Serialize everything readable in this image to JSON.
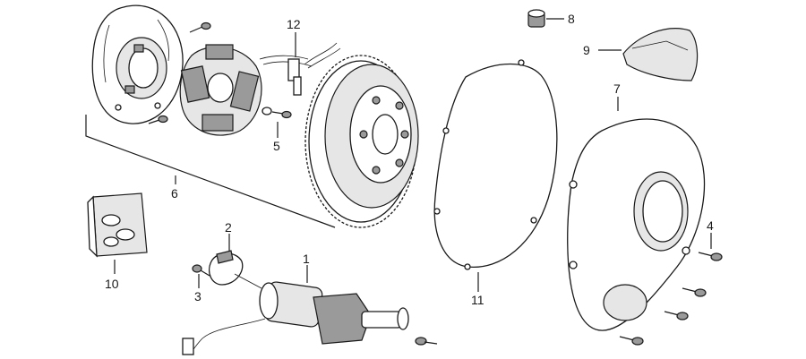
{
  "callouts": {
    "p1": "1",
    "p2": "2",
    "p3": "3",
    "p4": "4",
    "p5": "5",
    "p6": "6",
    "p7": "7",
    "p8": "8",
    "p9": "9",
    "p10": "10",
    "p11": "11",
    "p12": "12"
  },
  "colors": {
    "ink": "#1a1a1a",
    "shade": "#9a9a9a",
    "light": "#e6e6e6",
    "background": "#ffffff"
  }
}
